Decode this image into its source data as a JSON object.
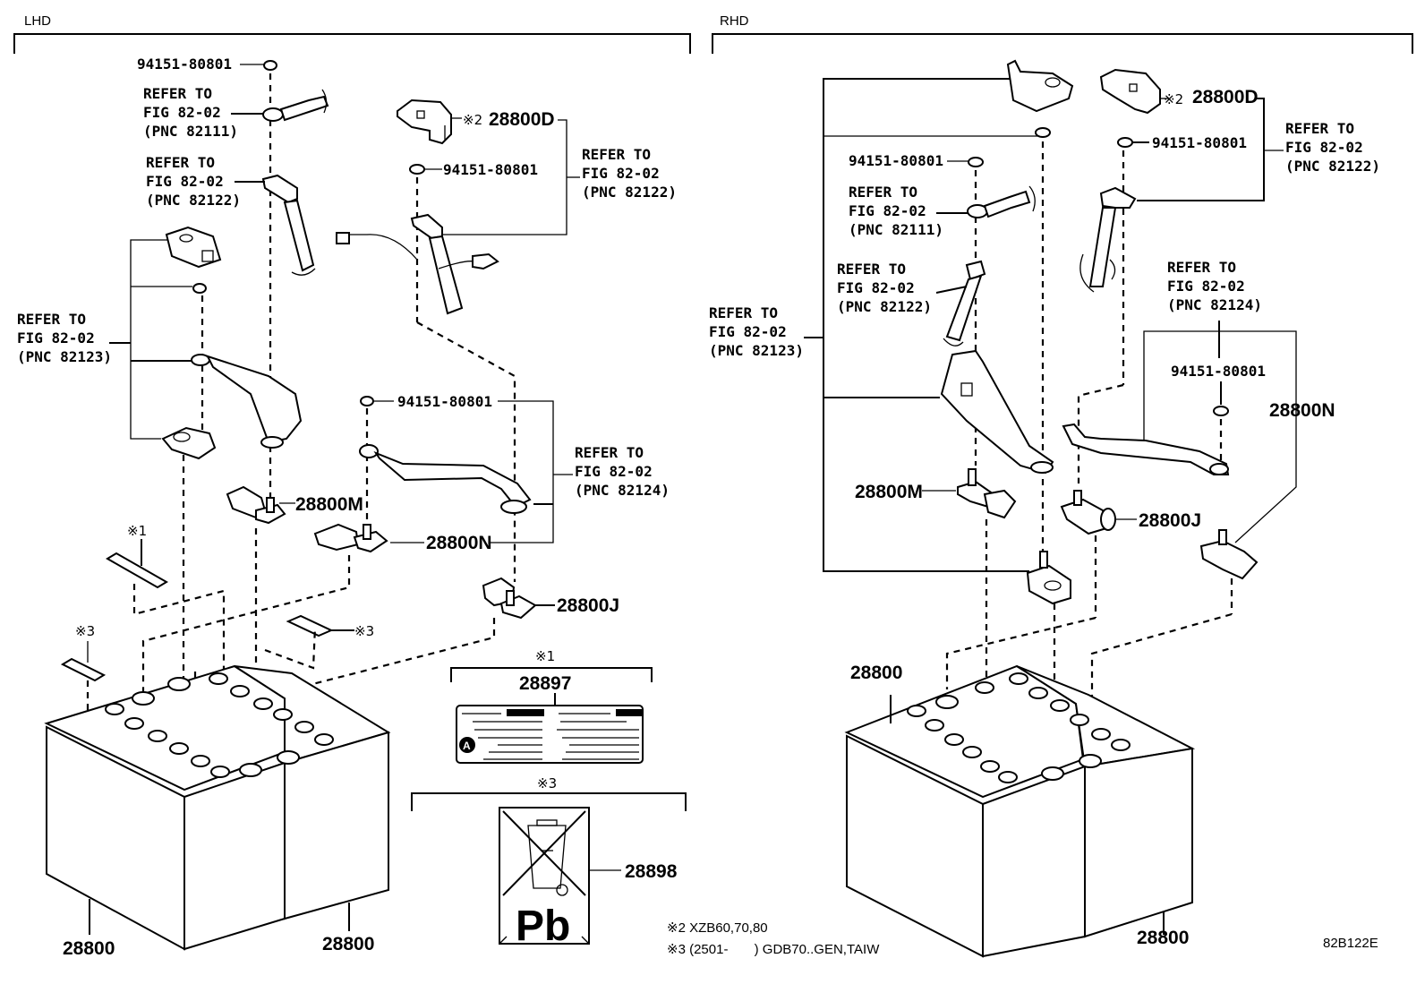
{
  "sections": {
    "lhd": "LHD",
    "rhd": "RHD"
  },
  "refer": {
    "line1": "REFER TO",
    "line2": "FIG 82-02"
  },
  "lhd": {
    "nut_top": "94151-80801",
    "ref_82111": "(PNC 82111)",
    "ref_82122_a": "(PNC 82122)",
    "cover_mark": "※2",
    "cover_part": "28800D",
    "nut_mid": "94151-80801",
    "ref_82122_b": "(PNC 82122)",
    "ref_82123": "(PNC 82123)",
    "nut_low": "94151-80801",
    "ref_82124": "(PNC 82124)",
    "terminal_m": "28800M",
    "terminal_n": "28800N",
    "terminal_j": "28800J",
    "label_note1": "※1",
    "label_note3a": "※3",
    "label_note3b": "※3",
    "battery_left": "28800",
    "battery_right": "28800"
  },
  "labels_box": {
    "note1_mark": "※1",
    "label_part": "28897",
    "note3_mark": "※3",
    "recycle_part": "28898",
    "pb_text": "Pb"
  },
  "rhd": {
    "nut_a": "94151-80801",
    "ref_82111": "(PNC 82111)",
    "ref_82122_a": "(PNC 82122)",
    "ref_82123": "(PNC 82123)",
    "cover_mark": "※2",
    "cover_part": "28800D",
    "nut_b": "94151-80801",
    "ref_82122_b": "(PNC 82122)",
    "ref_82124": "(PNC 82124)",
    "nut_c": "94151-80801",
    "terminal_n": "28800N",
    "terminal_m": "28800M",
    "terminal_j": "28800J",
    "battery_top": "28800",
    "battery_bottom": "28800"
  },
  "footnotes": {
    "note2": "※2 XZB60,70,80",
    "note3": "※3 (2501-       ) GDB70..GEN,TAIW"
  },
  "figure_code": "82B122E"
}
